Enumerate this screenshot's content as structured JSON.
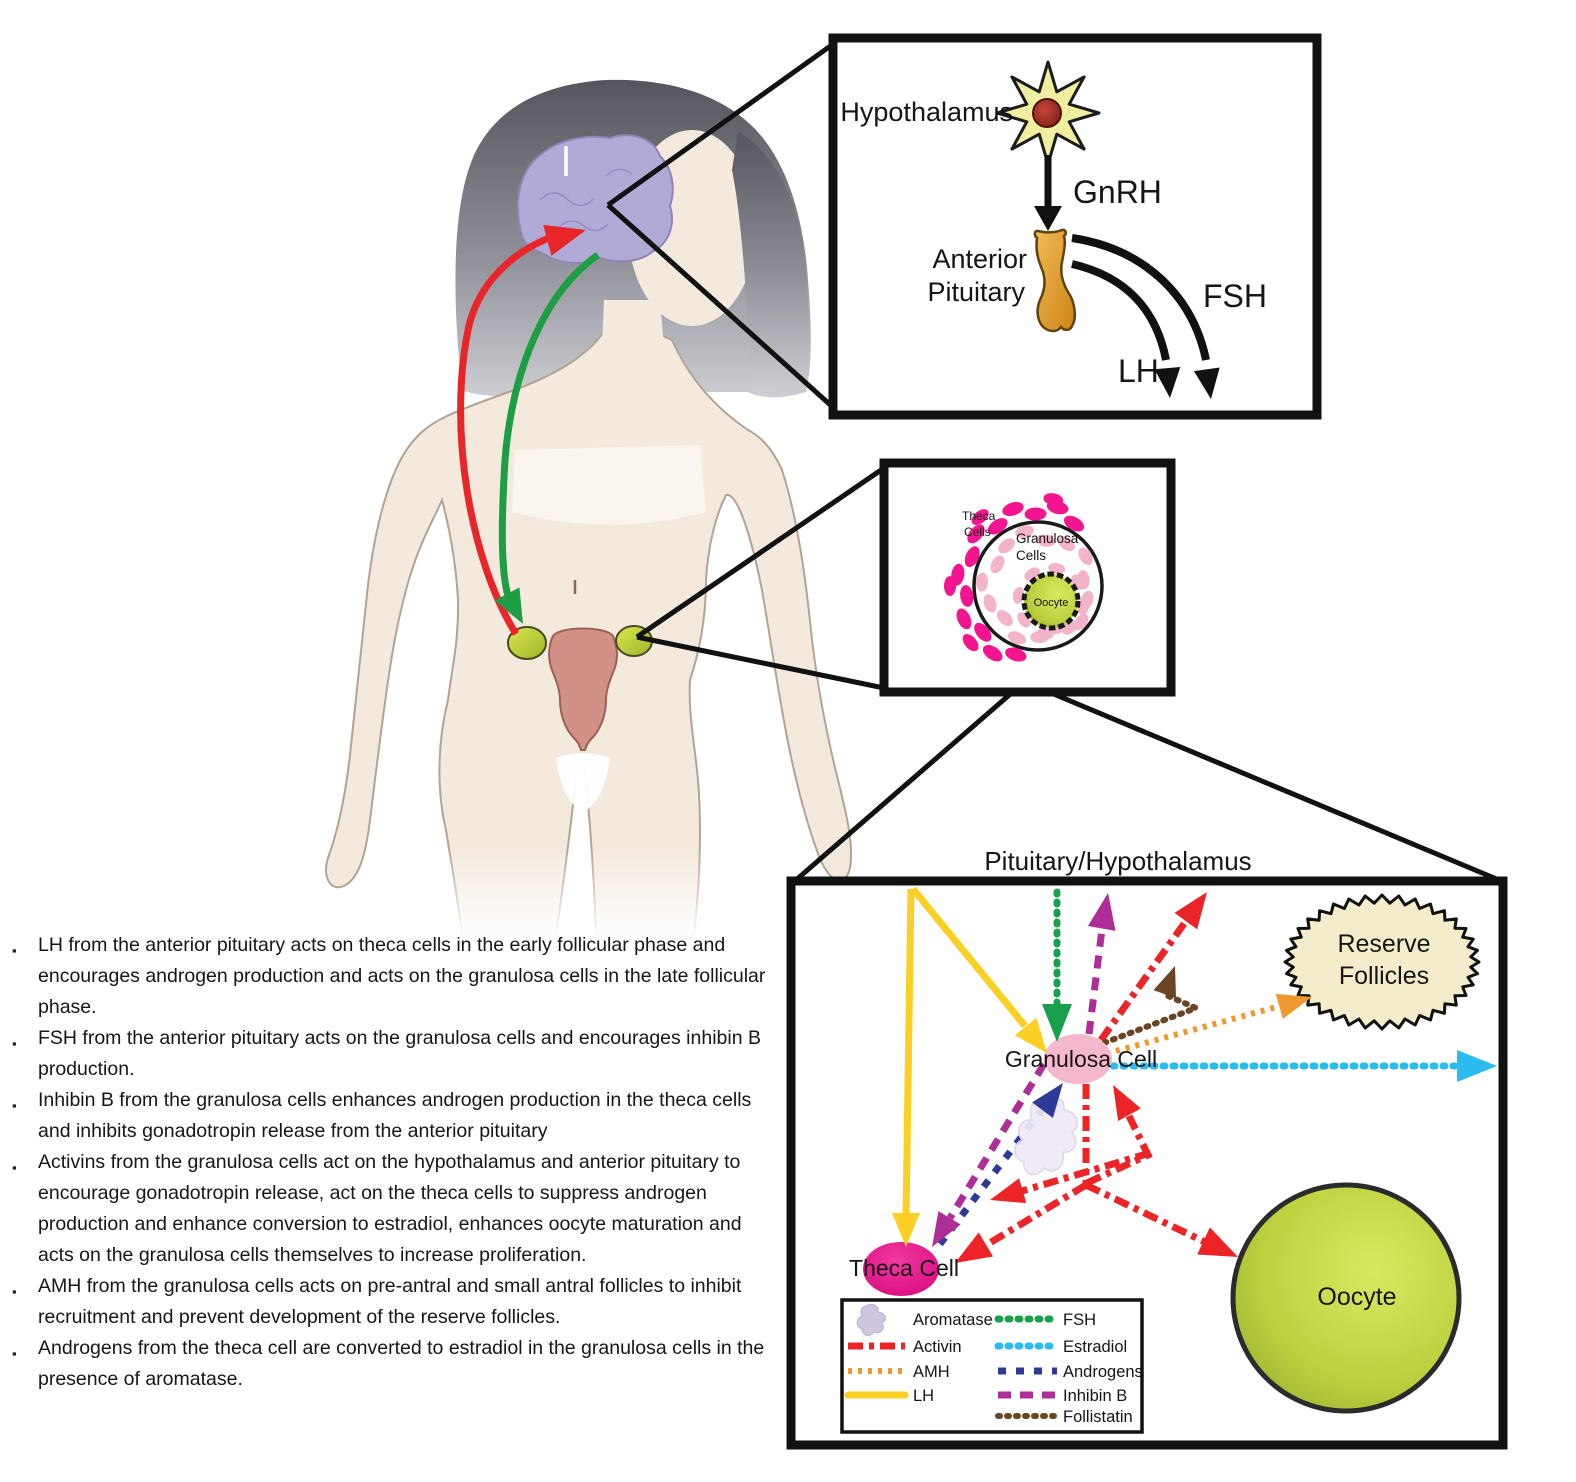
{
  "upper_box": {
    "hypothalamus_label": "Hypothalamus",
    "gnrh_label": "GnRH",
    "anterior_label_line1": "Anterior",
    "anterior_label_line2": "Pituitary",
    "fsh_label": "FSH",
    "lh_label": "LH"
  },
  "follicle_box": {
    "theca_label_line1": "Theca",
    "theca_label_line2": "Cells",
    "granulosa_label_line1": "Granulosa",
    "granulosa_label_line2": "Cells",
    "oocyte_label": "Oocyte"
  },
  "signaling_box": {
    "title": "Pituitary/Hypothalamus",
    "granulosa_label": "Granulosa Cell",
    "theca_label": "Theca Cell",
    "oocyte_label": "Oocyte",
    "reserve_label_line1": "Reserve",
    "reserve_label_line2": "Follicles"
  },
  "legend": {
    "col1": [
      {
        "label": "Aromatase",
        "swatch": "blob",
        "color": "#CFC5DE"
      },
      {
        "label": "Activin",
        "swatch": "dash-dot",
        "color": "#EC2427"
      },
      {
        "label": "AMH",
        "swatch": "dotted",
        "color": "#EF9830"
      },
      {
        "label": "LH",
        "swatch": "solid",
        "color": "#FBCF24"
      }
    ],
    "col2": [
      {
        "label": "FSH",
        "swatch": "round-dot",
        "color": "#18A04C"
      },
      {
        "label": "Estradiol",
        "swatch": "round-dot",
        "color": "#2BBBEE"
      },
      {
        "label": "Androgens",
        "swatch": "square-dash",
        "color": "#2E3A97"
      },
      {
        "label": "Inhibin B",
        "swatch": "dash",
        "color": "#AD2E96"
      },
      {
        "label": "Follistatin",
        "swatch": "dotted",
        "color": "#6A4423"
      }
    ]
  },
  "bullets": [
    "LH from the anterior pituitary acts on theca cells in the early follicular phase and encourages androgen production and acts on the granulosa cells in the late follicular phase.",
    "FSH from the anterior pituitary acts on the granulosa cells and encourages inhibin B production.",
    "Inhibin B from the granulosa cells enhances androgen production in the theca cells and inhibits gonadotropin release from the anterior pituitary",
    "Activins from the granulosa cells act on the hypothalamus and anterior pituitary to encourage gonadotropin release, act on the theca cells to suppress androgen production and enhance conversion to estradiol, enhances oocyte maturation and acts on the granulosa cells themselves to increase proliferation.",
    "AMH from the granulosa cells acts on pre-antral and small antral follicles to inhibit recruitment and prevent development of the reserve follicles.",
    "Androgens from the theca cell are converted to estradiol in the granulosa cells in the presence of aromatase."
  ],
  "colors": {
    "lh": "#FBCF24",
    "fsh": "#18A04C",
    "estradiol": "#2BBBEE",
    "androgens": "#2E3A97",
    "inhibin_b": "#AD2E96",
    "activin": "#EC2427",
    "amh": "#EF9830",
    "follistatin": "#6A4423",
    "aromatase": "#CFC5DE",
    "granulosa_cell_fill": "#F4B7CB",
    "theca_cell_fill": "#E81490",
    "oocyte_fill": "#C9DC4A",
    "reserve_follicles_fill": "#F3EDCB",
    "body_feedback_arrow_up": "#E8262A",
    "body_gonadotropin_arrow_down": "#1E9E44",
    "brain": "#B1AAD6",
    "skin": "#F4E9DD"
  }
}
